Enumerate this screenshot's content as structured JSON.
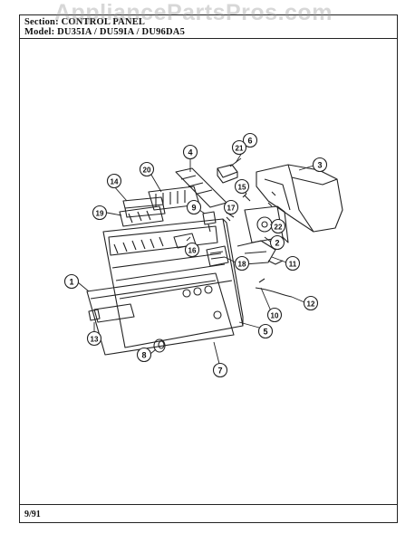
{
  "header": {
    "section_text": "Section: CONTROL PANEL",
    "model_text": "Model: DU35IA / DU59IA / DU96DA5"
  },
  "watermark": "AppliancePartsPros.com",
  "footer": {
    "date": "9/91"
  },
  "callouts": [
    "1",
    "2",
    "3",
    "4",
    "5",
    "6",
    "7",
    "8",
    "9",
    "10",
    "11",
    "12",
    "13",
    "14",
    "15",
    "16",
    "17",
    "18",
    "19",
    "20",
    "21",
    "22"
  ]
}
